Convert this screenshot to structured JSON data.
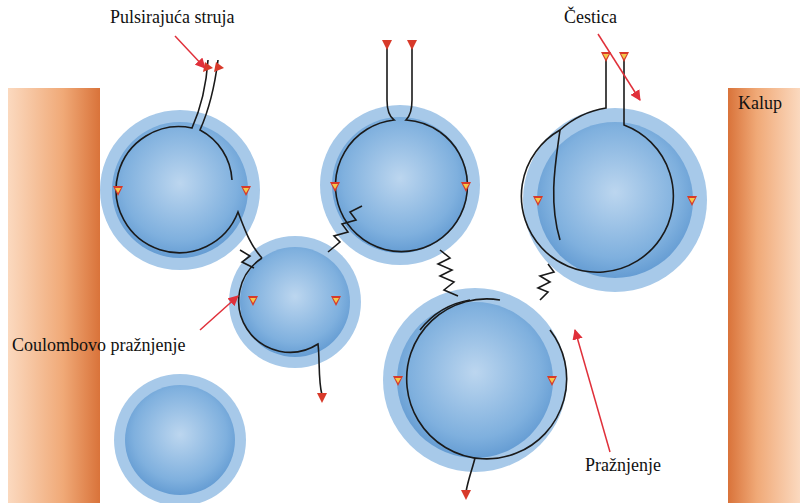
{
  "diagram": {
    "labels": [
      "Pulsirajuća struja",
      "Čestica",
      "Kalup",
      "Coulombovo pražnjenje",
      "Pražnjenje"
    ]
  }
}
